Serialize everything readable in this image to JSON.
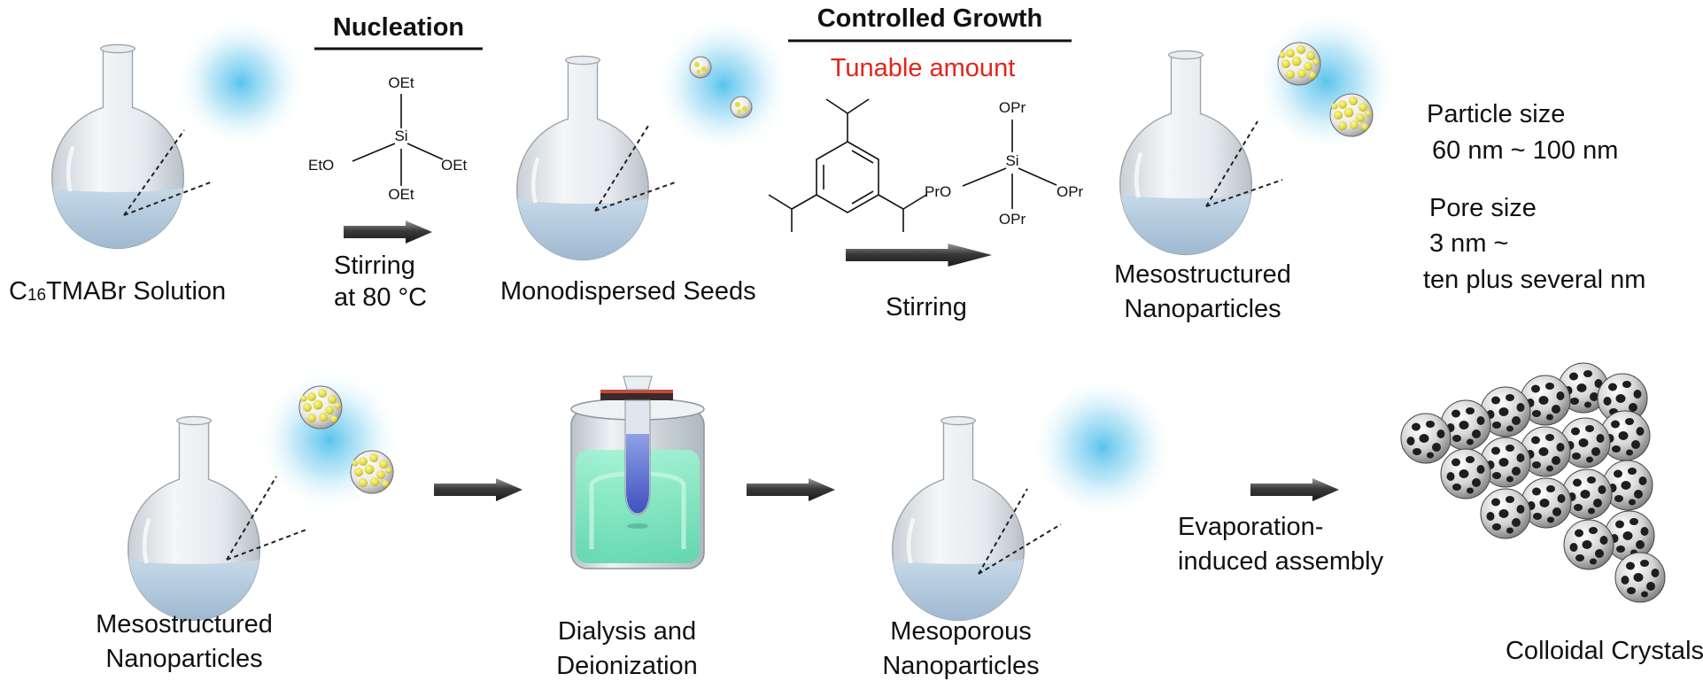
{
  "step1": {
    "label_prefix": "C",
    "label_subscript": "16",
    "label_suffix": "TMABr Solution"
  },
  "nucleation": {
    "header": "Nucleation",
    "arrow_line1": "Stirring",
    "arrow_line2": "at 80 °C",
    "teos": {
      "center": "Si",
      "top": "OEt",
      "left": "EtO",
      "right": "OEt",
      "bottom": "OEt"
    }
  },
  "step2": {
    "label": "Monodispersed Seeds"
  },
  "growth": {
    "header": "Controlled Growth",
    "note": "Tunable amount",
    "arrow_label": "Stirring",
    "tpos": {
      "center": "Si",
      "top": "OPr",
      "left": "PrO",
      "right": "OPr",
      "bottom": "OPr"
    }
  },
  "step3": {
    "line1": "Mesostructured",
    "line2": "Nanoparticles"
  },
  "properties": {
    "particle_title": "Particle size",
    "particle_value": "60 nm ~ 100 nm",
    "pore_title": "Pore size",
    "pore_value1": "3 nm ~",
    "pore_value2": "ten plus several nm"
  },
  "row2": {
    "step4": {
      "line1": "Mesostructured",
      "line2": "Nanoparticles"
    },
    "step5": {
      "line1": "Dialysis and",
      "line2": "Deionization"
    },
    "step6": {
      "line1": "Mesoporous",
      "line2": "Nanoparticles"
    },
    "evap": {
      "line1": "Evaporation-",
      "line2": "induced assembly"
    },
    "step7": {
      "label": "Colloidal Crystals"
    }
  },
  "colors": {
    "glow": "#5bc3ea",
    "flask_glass": "#dde3e8",
    "solution": "#b6cde0",
    "seed_yellow": "#e8e04a",
    "particle_gray": "#d9d9d9",
    "title_red": "#e0251b",
    "dialysis_green": "#7ee8c4",
    "dialysis_blue": "#4a5fc8"
  }
}
